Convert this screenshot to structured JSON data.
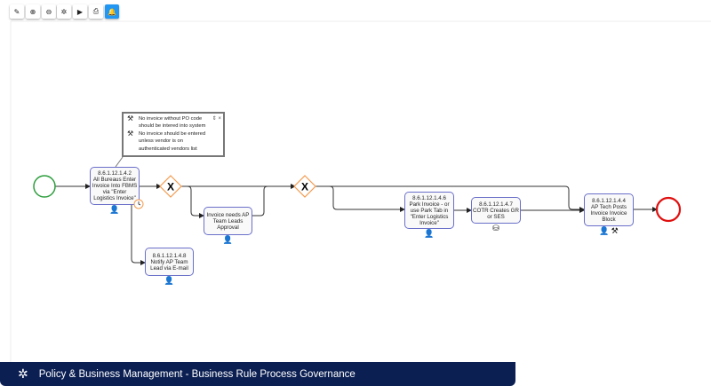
{
  "toolbar": [
    {
      "icon": "edit-icon",
      "glyph": "✎"
    },
    {
      "icon": "zoom-in-icon",
      "glyph": "⊕"
    },
    {
      "icon": "zoom-out-icon",
      "glyph": "⊖"
    },
    {
      "icon": "gear-icon",
      "glyph": "✲"
    },
    {
      "icon": "play-icon",
      "glyph": "▶"
    },
    {
      "icon": "print-icon",
      "glyph": "⎙"
    },
    {
      "icon": "bell-icon",
      "glyph": "🔔"
    }
  ],
  "annotation": {
    "lines": [
      "No invoice without PO code should be intered into system",
      "No invoice should be entered unless vendor is on authenticated vendors list"
    ],
    "controls": "⇕ ×"
  },
  "tasks": {
    "t42": {
      "id": "8.6.1.12.1.4.2",
      "label": "All Bureaus Enter Invoice Into FBMS via \"Enter Logistics Invoice\""
    },
    "tap": {
      "id": "",
      "label": "Invoice needs AP Team Leads Approval"
    },
    "t48": {
      "id": "8.6.1.12.1.4.8",
      "label": "Notify AP Team Lead via E-mail"
    },
    "t46": {
      "id": "8.6.1.12.1.4.6",
      "label": "Park Invoice - or use Park Tab in \"Enter Logistics Invoice\""
    },
    "t47": {
      "id": "8.6.1.12.1.4.7",
      "label": "COTR Creates GR or SES"
    },
    "t44": {
      "id": "8.6.1.12.1.4.4",
      "label": "AP Tech Posts Invoice Invoice Block"
    }
  },
  "gateway_symbol": "X",
  "footer": {
    "title": "Policy & Business Management - Business Rule Process Governance"
  },
  "colors": {
    "start": "#2e9e3e",
    "end": "#e01010",
    "gateway": "#f39c50",
    "task_border": "#6a6fc9",
    "footer": "#0b1f52",
    "active": "#2196f3"
  }
}
